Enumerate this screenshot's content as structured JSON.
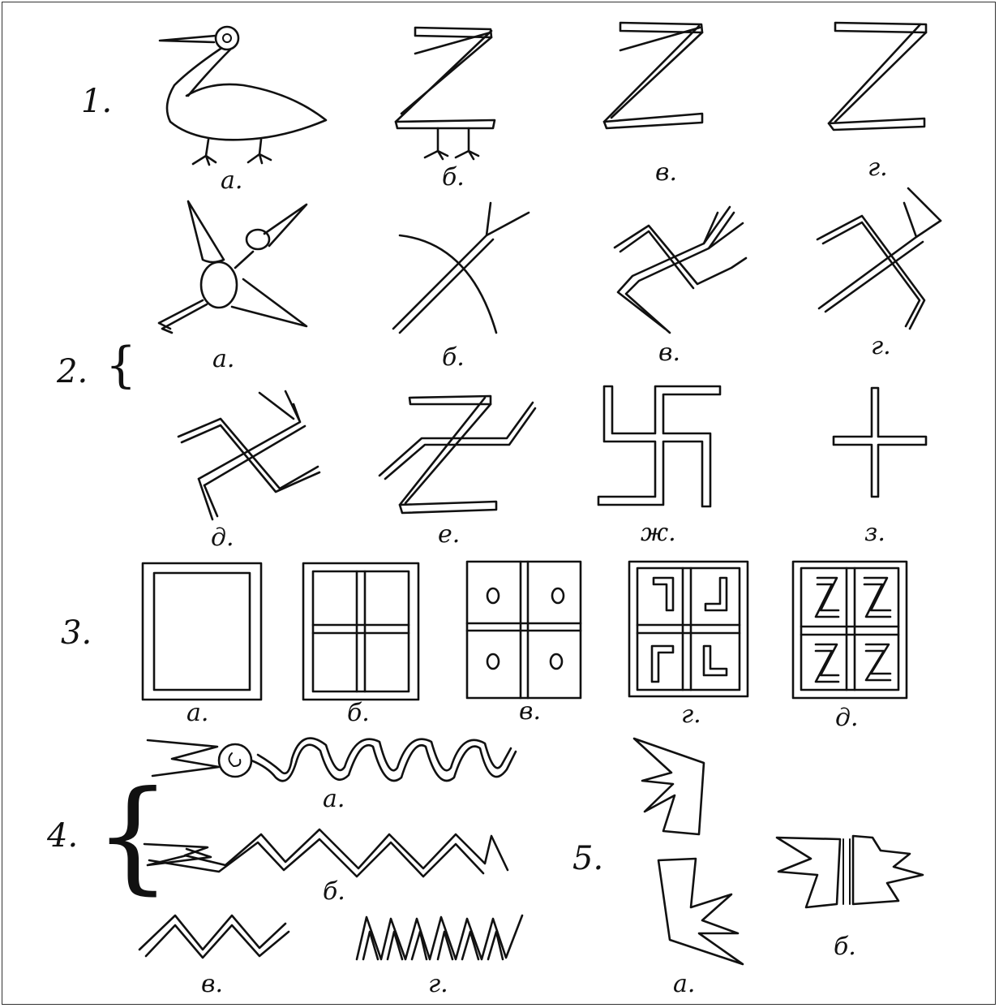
{
  "rows": {
    "row1": {
      "number": "1.",
      "labels": [
        "а.",
        "б.",
        "в.",
        "г."
      ]
    },
    "row2": {
      "number": "2.",
      "labels_top": [
        "а.",
        "б.",
        "в.",
        "г."
      ],
      "labels_bottom": [
        "д.",
        "е.",
        "ж.",
        "з."
      ]
    },
    "row3": {
      "number": "3.",
      "labels": [
        "а.",
        "б.",
        "в.",
        "г.",
        "д."
      ]
    },
    "row4": {
      "number": "4.",
      "labels": [
        "а.",
        "б.",
        "в.",
        "г."
      ]
    },
    "row5": {
      "number": "5.",
      "labels": [
        "а.",
        "б."
      ]
    }
  },
  "figures": {
    "row1": [
      "bird-icon",
      "bird-z-sign-icon",
      "z-sign-double-stroke-icon",
      "z-sign-icon"
    ],
    "row2": [
      "flying-bird-icon",
      "crossing-lines-icon",
      "curved-swastika-bird-icon",
      "angled-swastika-icon",
      "skewed-swastika-icon",
      "z-cross-icon",
      "swastika-icon",
      "cross-icon"
    ],
    "row3": [
      "empty-square-icon",
      "divided-square-icon",
      "square-with-circles-icon",
      "square-with-corners-icon",
      "square-with-z-signs-icon"
    ],
    "row4": [
      "snake-wave-icon",
      "zigzag-with-head-icon",
      "zigzag-icon",
      "dense-zigzag-icon"
    ],
    "row5": [
      "bird-feet-pair-icon",
      "butterfly-sign-icon"
    ]
  }
}
